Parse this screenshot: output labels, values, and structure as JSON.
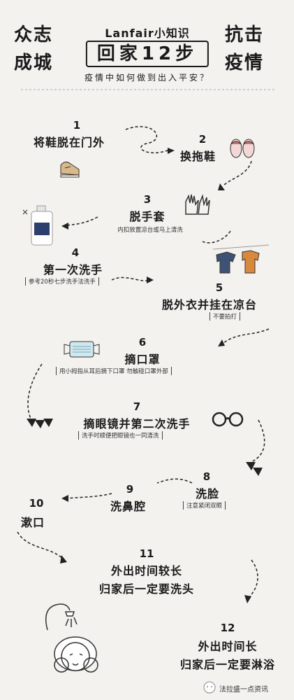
{
  "corners": {
    "top_left_1": "众志",
    "top_left_2": "成城",
    "top_right_1": "抗击",
    "top_right_2": "疫情"
  },
  "header": {
    "brand": "Lanfair小知识",
    "title": "回家12步",
    "question": "疫情中如何做到出入平安？"
  },
  "steps": [
    {
      "num": "1",
      "title": "将鞋脱在门外",
      "note": ""
    },
    {
      "num": "2",
      "title": "换拖鞋",
      "note": ""
    },
    {
      "num": "3",
      "title": "脱手套",
      "note": "内扣放置凉台或马上清洗"
    },
    {
      "num": "4",
      "title": "第一次洗手",
      "note": "参考20秒七步洗手法洗手"
    },
    {
      "num": "5",
      "title": "脱外衣并挂在凉台",
      "note": "不要拍打"
    },
    {
      "num": "6",
      "title": "摘口罩",
      "note": "用小拇指从耳后摘下口罩 勿触碰口罩外部"
    },
    {
      "num": "7",
      "title": "摘眼镜并第二次洗手",
      "note": "洗手时顺便把眼镜也一同清洗"
    },
    {
      "num": "8",
      "title": "洗脸",
      "note": "注意紧闭双眼"
    },
    {
      "num": "9",
      "title": "洗鼻腔",
      "note": ""
    },
    {
      "num": "10",
      "title": "漱口",
      "note": ""
    },
    {
      "num": "11",
      "title_line1": "外出时间较长",
      "title_line2": "归家后一定要洗头"
    },
    {
      "num": "12",
      "title_line1": "外出时间长",
      "title_line2": "归家后一定要淋浴"
    }
  ],
  "watermark": "法拉盛一点资讯",
  "icons": [
    "shoes-icon",
    "slippers-icon",
    "gloves-icon",
    "sanitizer-bottle-icon",
    "clothes-hanger-icon",
    "mask-icon",
    "glasses-icon",
    "shower-person-icon",
    "wechat-icon"
  ]
}
